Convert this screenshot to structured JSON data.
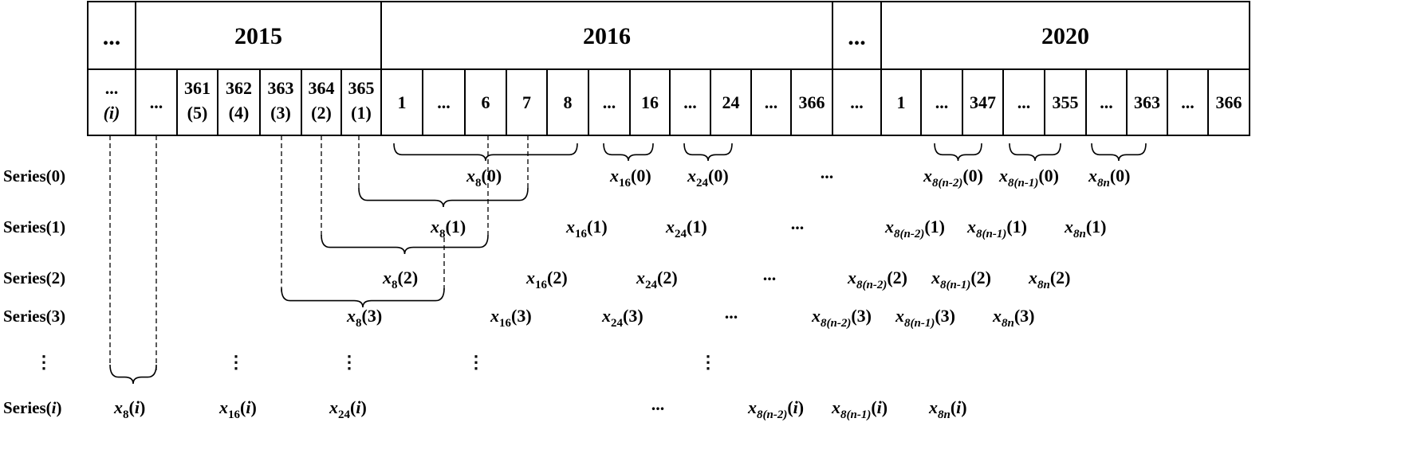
{
  "years": [
    "...",
    "2015",
    "2016",
    "...",
    "2020"
  ],
  "day_row": [
    {
      "top": "...",
      "bottom": "(i)",
      "italic_bottom": true
    },
    {
      "top": "..."
    },
    {
      "top": "361",
      "bottom": "(5)"
    },
    {
      "top": "362",
      "bottom": "(4)"
    },
    {
      "top": "363",
      "bottom": "(3)"
    },
    {
      "top": "364",
      "bottom": "(2)"
    },
    {
      "top": "365",
      "bottom": "(1)"
    },
    {
      "top": "1"
    },
    {
      "top": "..."
    },
    {
      "top": "6"
    },
    {
      "top": "7"
    },
    {
      "top": "8"
    },
    {
      "top": "..."
    },
    {
      "top": "16"
    },
    {
      "top": "..."
    },
    {
      "top": "24"
    },
    {
      "top": "..."
    },
    {
      "top": "366"
    },
    {
      "top": "..."
    },
    {
      "top": "1"
    },
    {
      "top": "..."
    },
    {
      "top": "347"
    },
    {
      "top": "..."
    },
    {
      "top": "355"
    },
    {
      "top": "..."
    },
    {
      "top": "363"
    },
    {
      "top": "..."
    },
    {
      "top": "366"
    }
  ],
  "series_labels": [
    "Series(0)",
    "Series(1)",
    "Series(2)",
    "Series(3)",
    "⋮",
    "Series(i)"
  ],
  "series_label_parts": [
    {
      "base": "Series(",
      "arg": "0",
      "close": ")"
    },
    {
      "base": "Series(",
      "arg": "1",
      "close": ")"
    },
    {
      "base": "Series(",
      "arg": "2",
      "close": ")"
    },
    {
      "base": "Series(",
      "arg": "3",
      "close": ")"
    },
    {
      "base": "⋮",
      "arg": "",
      "close": ""
    },
    {
      "base": "Series(",
      "arg": "i",
      "close": ")",
      "italic_arg": true
    }
  ],
  "x_symbol": "x",
  "subscripts": [
    "8",
    "16",
    "24",
    "8(n-2)",
    "8(n-1)",
    "8n"
  ],
  "ellipsis": "...",
  "vdots": "⋮",
  "series_args": [
    "0",
    "1",
    "2",
    "3",
    "i"
  ]
}
